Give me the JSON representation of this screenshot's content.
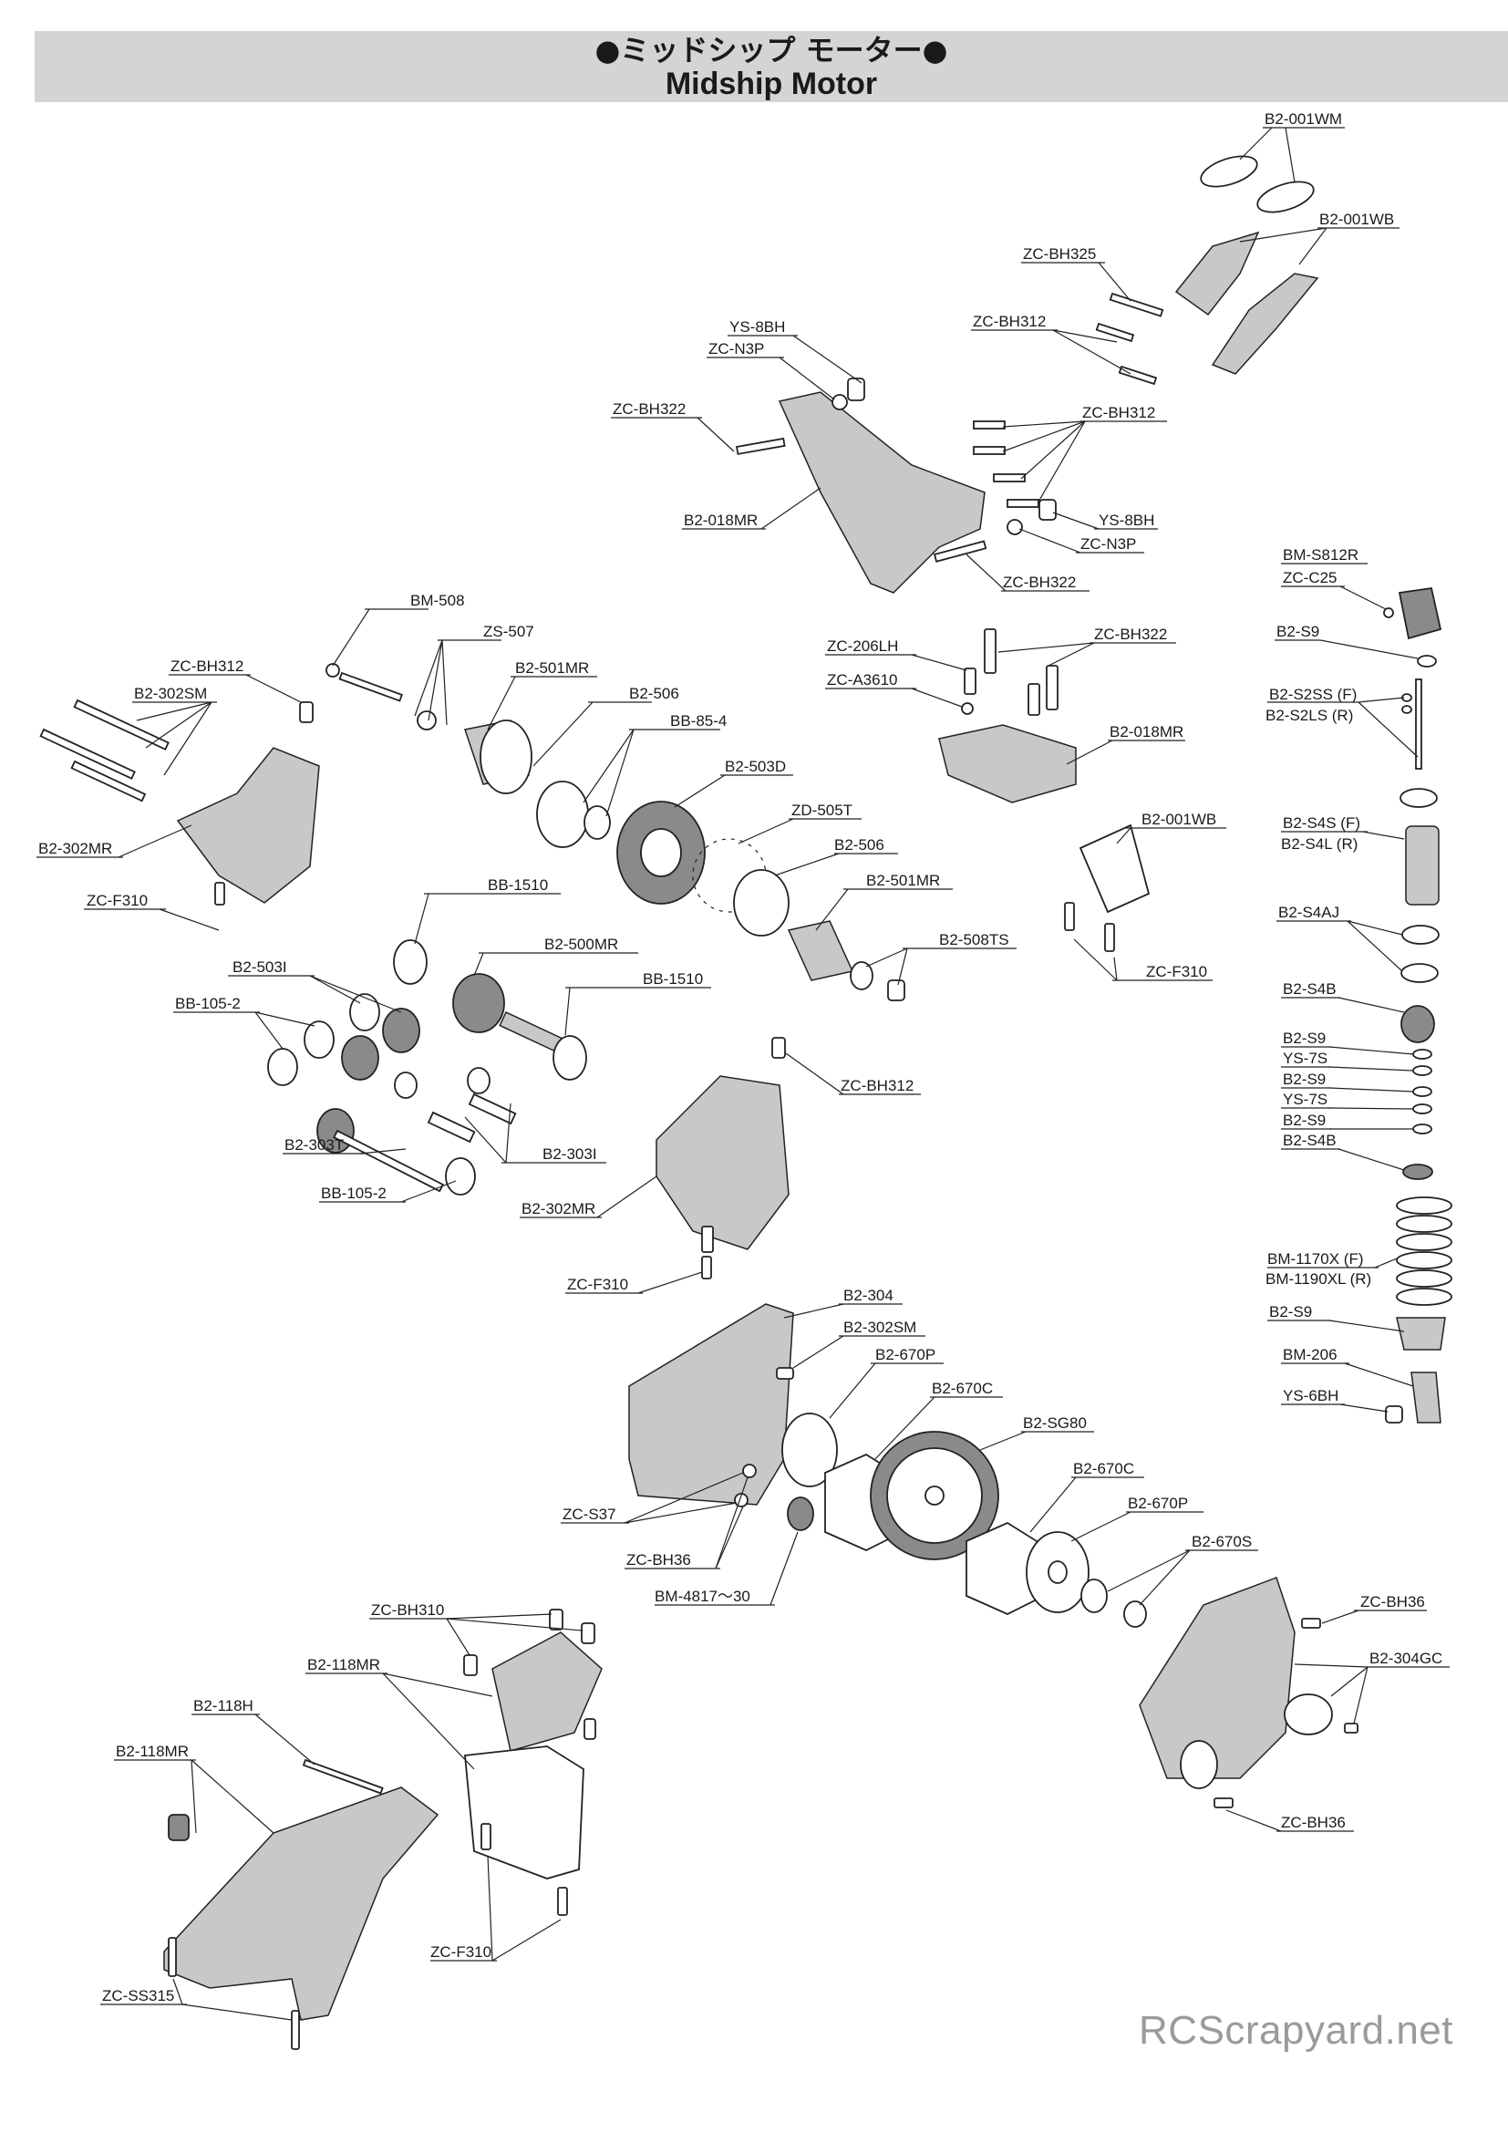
{
  "header": {
    "title_jp": "●ミッドシップ モーター●",
    "title_en": "Midship Motor"
  },
  "labels": [
    "B2-001WM",
    "B2-001WB",
    "ZC-BH325",
    "ZC-BH312",
    "YS-8BH",
    "ZC-N3P",
    "ZC-BH322",
    "ZC-BH312",
    "B2-018MR",
    "YS-8BH",
    "ZC-N3P",
    "ZC-BH322",
    "BM-S812R",
    "ZC-C25",
    "B2-S9",
    "B2-S2SS (F)",
    "B2-S2LS (R)",
    "BM-508",
    "ZS-507",
    "B2-501MR",
    "ZC-BH312",
    "B2-302SM",
    "B2-506",
    "BB-85-4",
    "B2-503D",
    "B2-302MR",
    "ZD-505T",
    "B2-506",
    "B2-501MR",
    "ZC-F310",
    "BB-1510",
    "B2-500MR",
    "B2-508TS",
    "B2-503I",
    "BB-1510",
    "BB-105-2",
    "ZC-206LH",
    "ZC-BH322",
    "ZC-A3610",
    "B2-018MR",
    "B2-001WB",
    "ZC-F310",
    "B2-S4S (F)",
    "B2-S4L (R)",
    "B2-S4AJ",
    "B2-S4B",
    "B2-S9",
    "YS-7S",
    "B2-S9",
    "YS-7S",
    "B2-S9",
    "B2-S4B",
    "ZC-BH312",
    "B2-303T",
    "B2-303I",
    "BB-105-2",
    "B2-302MR",
    "ZC-F310",
    "BM-1170X (F)",
    "BM-1190XL (R)",
    "B2-S9",
    "BM-206",
    "YS-6BH",
    "B2-304",
    "B2-302SM",
    "B2-670P",
    "B2-670C",
    "B2-SG80",
    "ZC-S37",
    "B2-670C",
    "ZC-BH36",
    "B2-670P",
    "BM-4817～30",
    "B2-670S",
    "ZC-BH36",
    "B2-304GC",
    "ZC-BH36",
    "ZC-BH310",
    "B2-118MR",
    "B2-118H",
    "B2-118MR",
    "ZC-F310",
    "ZC-SS315"
  ],
  "watermark": "RCScrapyard.net"
}
